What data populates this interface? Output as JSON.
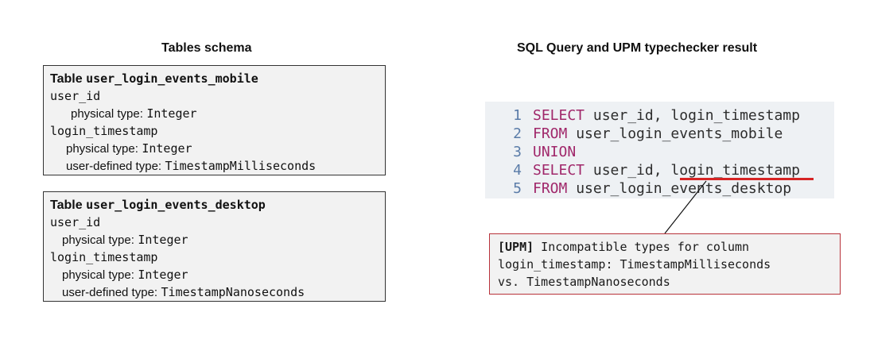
{
  "left_heading": "Tables schema",
  "right_heading": "SQL Query and UPM typechecker result",
  "schema": {
    "mobile": {
      "table_word": "Table",
      "table_name": "user_login_events_mobile",
      "col1_name": "user_id",
      "col1_physical_label": "physical type:",
      "col1_physical_value": "Integer",
      "col2_name": "login_timestamp",
      "col2_physical_label": "physical type:",
      "col2_physical_value": "Integer",
      "col2_udt_label": "user-defined type:",
      "col2_udt_value": "TimestampMilliseconds"
    },
    "desktop": {
      "table_word": "Table",
      "table_name": "user_login_events_desktop",
      "col1_name": "user_id",
      "col1_physical_label": "physical type:",
      "col1_physical_value": "Integer",
      "col2_name": "login_timestamp",
      "col2_physical_label": "physical type:",
      "col2_physical_value": "Integer",
      "col2_udt_label": "user-defined type:",
      "col2_udt_value": "TimestampNanoseconds"
    }
  },
  "code": {
    "lines": [
      {
        "num": "1",
        "kw": "SELECT",
        "rest": " user_id, login_timestamp"
      },
      {
        "num": "2",
        "kw": "FROM",
        "rest": " user_login_events_mobile"
      },
      {
        "num": "3",
        "kw": "UNION",
        "rest": ""
      },
      {
        "num": "4",
        "kw": "SELECT",
        "rest": " user_id, login_timestamp"
      },
      {
        "num": "5",
        "kw": "FROM",
        "rest": " user_login_events_desktop"
      }
    ],
    "keyword_color": "#a0276a",
    "error_underline_color": "#d62424"
  },
  "error": {
    "tag": "[UPM]",
    "line1_rest": " Incompatible types for column",
    "line2": "login_timestamp: TimestampMilliseconds",
    "line3": "vs. TimestampNanoseconds",
    "border_color": "#b8323a"
  }
}
